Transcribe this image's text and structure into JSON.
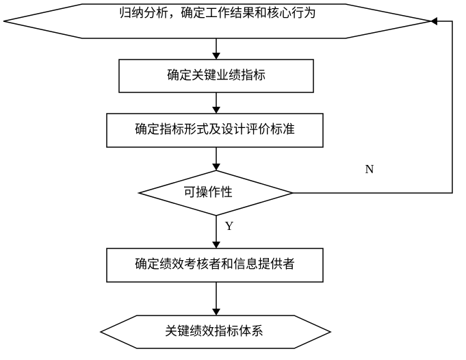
{
  "nodes": {
    "analyze": "归纳分析，确定工作结果和核心行为",
    "key_performance": "确定关键业绩指标",
    "indicator_form": "确定指标形式及设计评价标准",
    "feasibility": "可操作性",
    "assessor": "确定绩效考核者和信息提供者",
    "kpi_system": "关键绩效指标体系"
  },
  "branches": {
    "no": "N",
    "yes": "Y"
  }
}
